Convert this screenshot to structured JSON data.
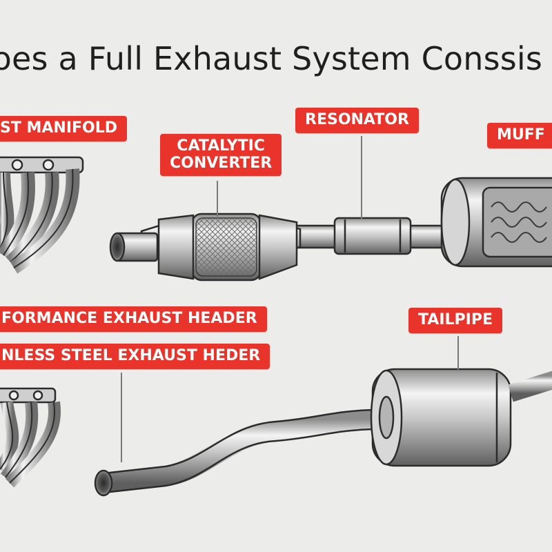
{
  "title": "t Does a Full Exhaust System Conssis",
  "labels": {
    "manifold": "ST MANIFOLD",
    "catalytic_line1": "CATALYTIC",
    "catalytic_line2": "CONVERTER",
    "resonator": "RESONATOR",
    "muffler": "MUFF",
    "performance_header": "FORMANCE EXHAUST HEADER",
    "stainless_header": "NLESS STEEL EXHAUST HEDER",
    "tailpipe": "TAILPIPE"
  },
  "colors": {
    "label_background": "#e8342b",
    "label_text": "#ffffff",
    "background": "#ececeb",
    "outline": "#2b2b2b"
  }
}
